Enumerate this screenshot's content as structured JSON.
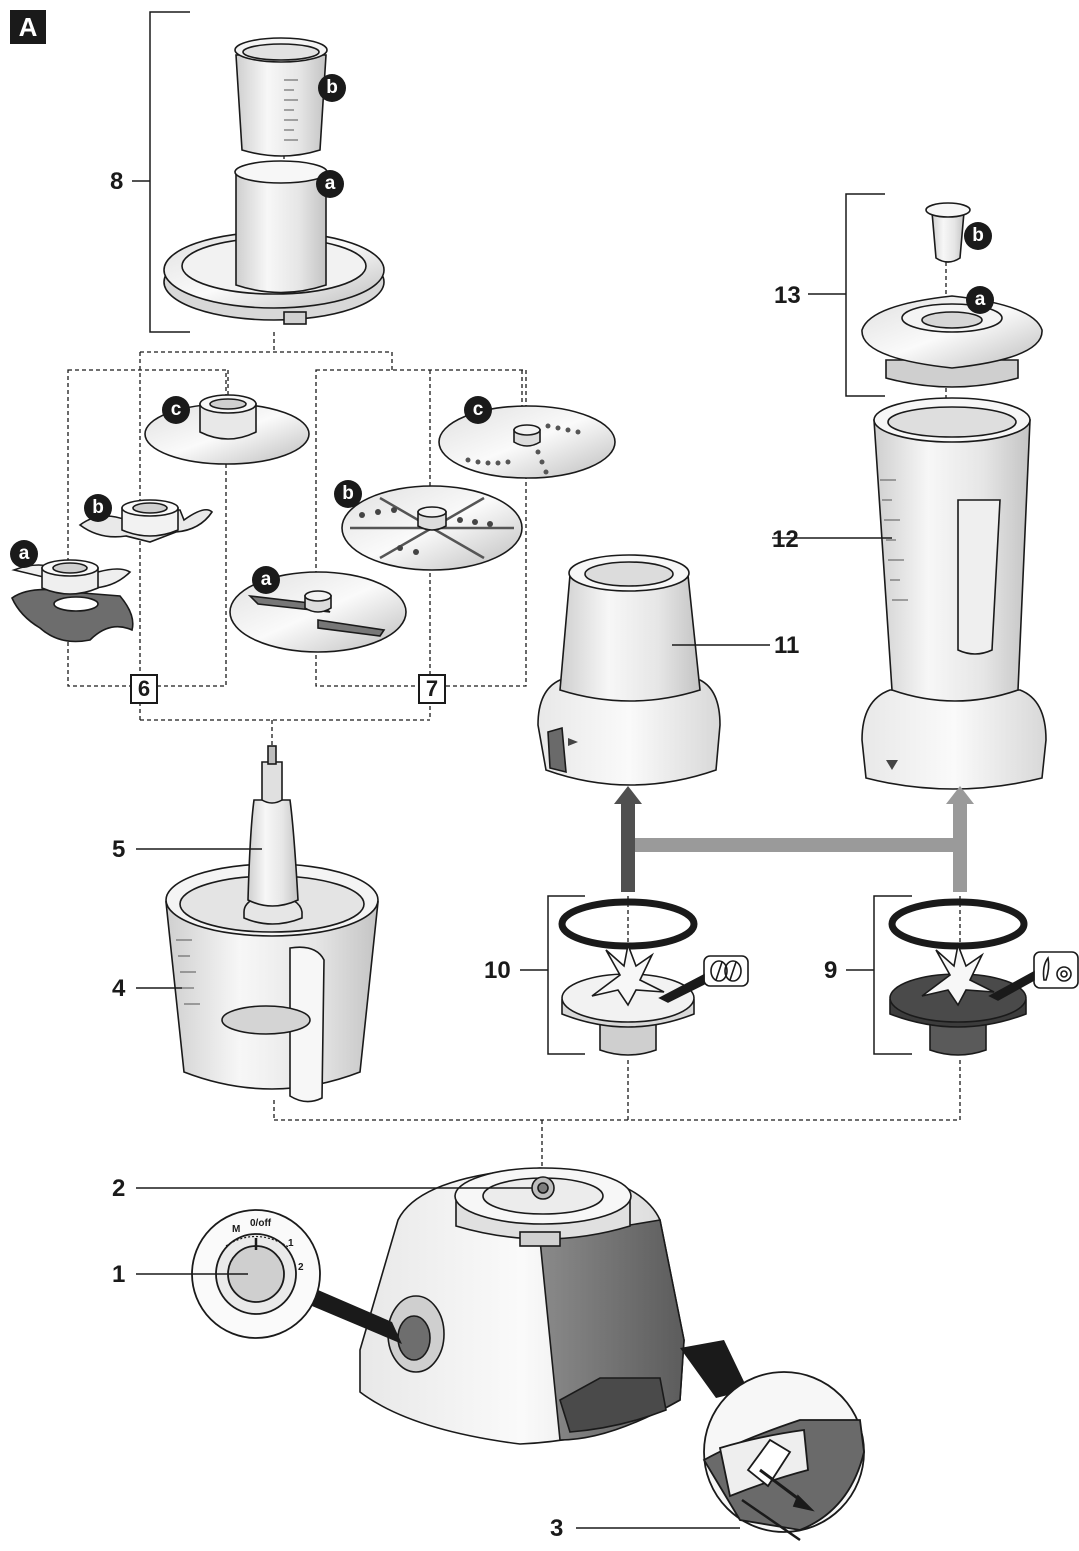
{
  "figure_letter": "A",
  "callouts": {
    "n1": "1",
    "n2": "2",
    "n3": "3",
    "n4": "4",
    "n5": "5",
    "n6": "6",
    "n7": "7",
    "n8": "8",
    "n9": "9",
    "n10": "10",
    "n11": "11",
    "n12": "12",
    "n13": "13"
  },
  "sub_labels": {
    "a": "a",
    "b": "b",
    "c": "c"
  },
  "dial": {
    "m": "M",
    "off": "0/off",
    "one": "1",
    "two": "2"
  },
  "colors": {
    "ink": "#1a1a1a",
    "arrow_dark": "#505050",
    "arrow_light": "#9a9a9a",
    "part_fill": "#efefef",
    "dark_blade_base": "#4a4a4a"
  }
}
